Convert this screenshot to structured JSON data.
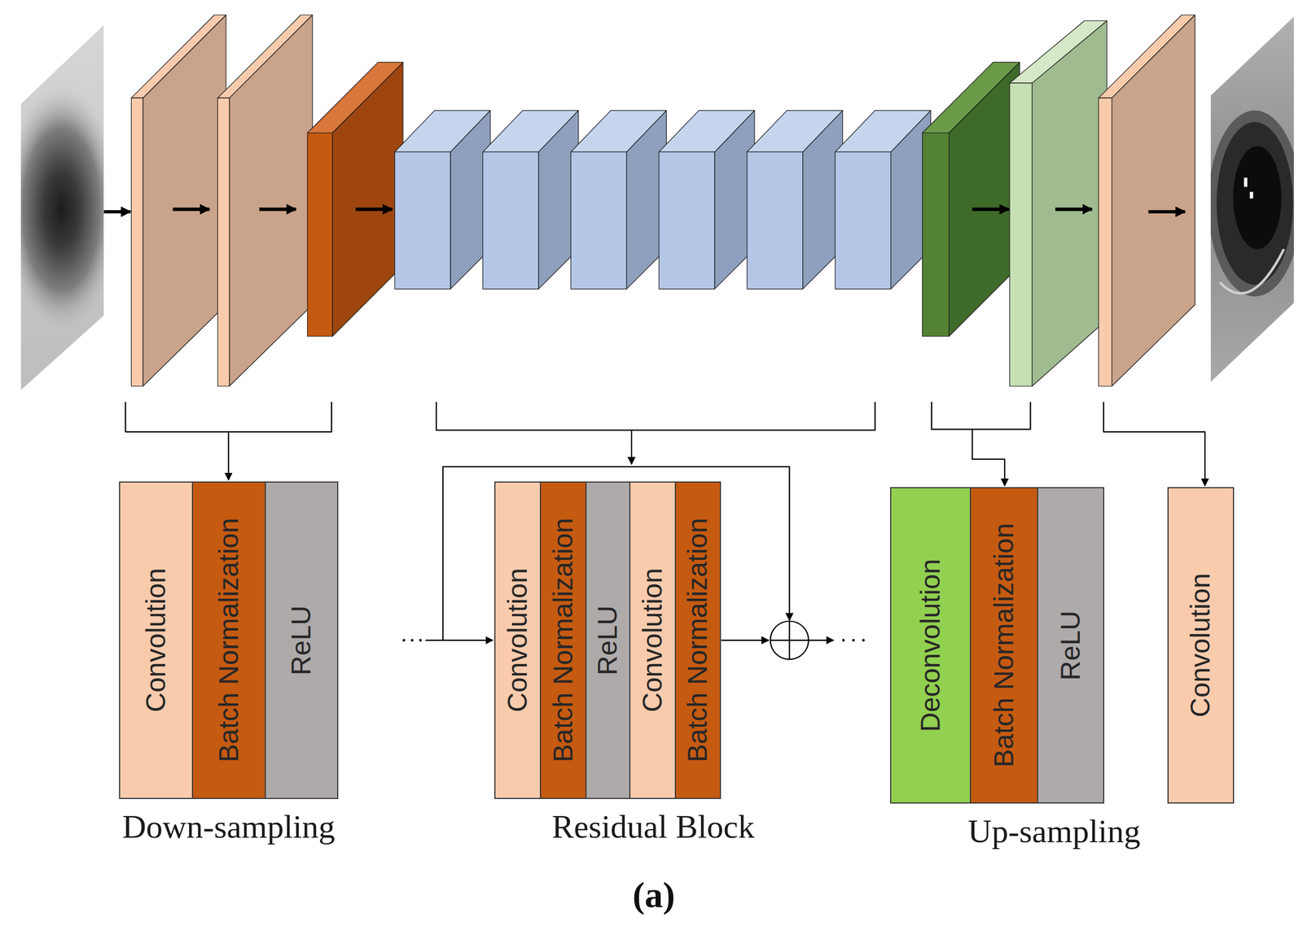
{
  "diagram": {
    "nodes": [
      {
        "text": [
          "Down-sampling"
        ]
      },
      {
        "text": [
          "Convolution"
        ],
        "in": 0
      },
      {
        "text": [
          "Batch Normalization"
        ],
        "in": 0
      },
      {
        "text": [
          "ReLU"
        ],
        "in": 0
      },
      {
        "text": [
          "Residual Block"
        ]
      },
      {
        "text": [
          "Convolution"
        ],
        "in": 4
      },
      {
        "text": [
          "Batch Normalization"
        ],
        "in": 4
      },
      {
        "text": [
          "ReLU"
        ],
        "in": 4
      },
      {
        "text": [
          "Convolution"
        ],
        "in": 4
      },
      {
        "text": [
          "Batch Normalization"
        ],
        "in": 4
      },
      {
        "text": [
          "Up-sampling"
        ]
      },
      {
        "text": [
          "Deconvolution"
        ],
        "in": 10
      },
      {
        "text": [
          "Batch Normalization"
        ],
        "in": 10
      },
      {
        "text": [
          "ReLU"
        ],
        "in": 10
      },
      {
        "text": [
          "Convolution"
        ]
      }
    ],
    "labels": [
      "(a)"
    ]
  }
}
